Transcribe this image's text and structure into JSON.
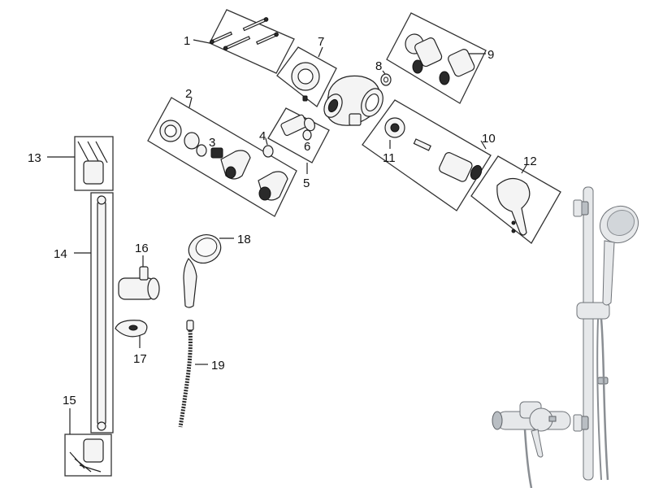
{
  "callouts": [
    {
      "id": "1",
      "text": "1"
    },
    {
      "id": "2",
      "text": "2"
    },
    {
      "id": "3",
      "text": "3"
    },
    {
      "id": "4",
      "text": "4"
    },
    {
      "id": "5",
      "text": "5"
    },
    {
      "id": "6",
      "text": "6"
    },
    {
      "id": "7",
      "text": "7"
    },
    {
      "id": "8",
      "text": "8"
    },
    {
      "id": "9",
      "text": "9"
    },
    {
      "id": "10",
      "text": "10"
    },
    {
      "id": "11",
      "text": "11"
    },
    {
      "id": "12",
      "text": "12"
    },
    {
      "id": "13",
      "text": "13"
    },
    {
      "id": "14",
      "text": "14"
    },
    {
      "id": "15",
      "text": "15"
    },
    {
      "id": "16",
      "text": "16"
    },
    {
      "id": "17",
      "text": "17"
    },
    {
      "id": "18",
      "text": "18"
    },
    {
      "id": "19",
      "text": "19"
    }
  ],
  "colors": {
    "line": "#222222",
    "chrome": "#e6e8ea",
    "chrome_shadow": "#6f7378"
  }
}
